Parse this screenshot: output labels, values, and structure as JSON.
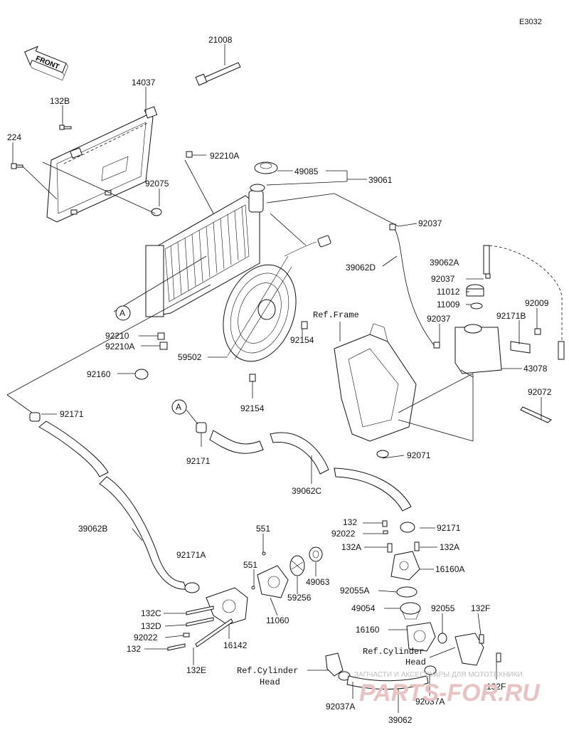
{
  "diagram_code": "E3032",
  "front_label": "FRONT",
  "callout_letter": "A",
  "parts": [
    {
      "id": "p-21008",
      "label": "21008"
    },
    {
      "id": "p-14037",
      "label": "14037"
    },
    {
      "id": "p-132b",
      "label": "132B"
    },
    {
      "id": "p-224",
      "label": "224"
    },
    {
      "id": "p-92210a-top",
      "label": "92210A"
    },
    {
      "id": "p-49085",
      "label": "49085"
    },
    {
      "id": "p-39061",
      "label": "39061"
    },
    {
      "id": "p-92075",
      "label": "92075"
    },
    {
      "id": "p-92037-top",
      "label": "92037"
    },
    {
      "id": "p-39062a",
      "label": "39062A"
    },
    {
      "id": "p-39062d",
      "label": "39062D"
    },
    {
      "id": "p-92037-mid",
      "label": "92037"
    },
    {
      "id": "p-11012",
      "label": "11012"
    },
    {
      "id": "p-11009",
      "label": "11009"
    },
    {
      "id": "p-92009",
      "label": "92009"
    },
    {
      "id": "p-92037-low",
      "label": "92037"
    },
    {
      "id": "p-92171b",
      "label": "92171B"
    },
    {
      "id": "p-92210",
      "label": "92210"
    },
    {
      "id": "p-92210a-low",
      "label": "92210A"
    },
    {
      "id": "p-92154-a",
      "label": "92154"
    },
    {
      "id": "p-59502",
      "label": "59502"
    },
    {
      "id": "p-43078",
      "label": "43078"
    },
    {
      "id": "p-92160",
      "label": "92160"
    },
    {
      "id": "p-92072",
      "label": "92072"
    },
    {
      "id": "p-92154-b",
      "label": "92154"
    },
    {
      "id": "p-92171-left",
      "label": "92171"
    },
    {
      "id": "p-92071",
      "label": "92071"
    },
    {
      "id": "p-92171-mid",
      "label": "92171"
    },
    {
      "id": "p-39062c",
      "label": "39062C"
    },
    {
      "id": "p-39062b",
      "label": "39062B"
    },
    {
      "id": "p-132",
      "label": "132"
    },
    {
      "id": "p-92022-right",
      "label": "92022"
    },
    {
      "id": "p-92171-right",
      "label": "92171"
    },
    {
      "id": "p-551-top",
      "label": "551"
    },
    {
      "id": "p-132a-l",
      "label": "132A"
    },
    {
      "id": "p-132a-r",
      "label": "132A"
    },
    {
      "id": "p-92171a",
      "label": "92171A"
    },
    {
      "id": "p-551-mid",
      "label": "551"
    },
    {
      "id": "p-49063",
      "label": "49063"
    },
    {
      "id": "p-16160a",
      "label": "16160A"
    },
    {
      "id": "p-59256",
      "label": "59256"
    },
    {
      "id": "p-92055a",
      "label": "92055A"
    },
    {
      "id": "p-49054",
      "label": "49054"
    },
    {
      "id": "p-92055",
      "label": "92055"
    },
    {
      "id": "p-132f-top",
      "label": "132F"
    },
    {
      "id": "p-11060",
      "label": "11060"
    },
    {
      "id": "p-132c",
      "label": "132C"
    },
    {
      "id": "p-132d",
      "label": "132D"
    },
    {
      "id": "p-16160",
      "label": "16160"
    },
    {
      "id": "p-92022-left",
      "label": "92022"
    },
    {
      "id": "p-16142",
      "label": "16142"
    },
    {
      "id": "p-132-bottom",
      "label": "132"
    },
    {
      "id": "p-132e",
      "label": "132E"
    },
    {
      "id": "p-132f-low",
      "label": "132F"
    },
    {
      "id": "p-92037a-l",
      "label": "92037A"
    },
    {
      "id": "p-39062",
      "label": "39062"
    },
    {
      "id": "p-92037a-r",
      "label": "92037A"
    }
  ],
  "references": {
    "ref_frame": "Ref.Frame",
    "ref_cylinder_right_1": "Ref.Cylinder",
    "ref_cylinder_right_2": "Head",
    "ref_cylinder_left_1": "Ref.Cylinder",
    "ref_cylinder_left_2": "Head"
  },
  "watermark": {
    "caption": "ЗАПЧАСТИ И АКСЕССУАРЫ ДЛЯ МОТОТЕХНИКИ",
    "logo": "PARTS-FOR.RU"
  }
}
